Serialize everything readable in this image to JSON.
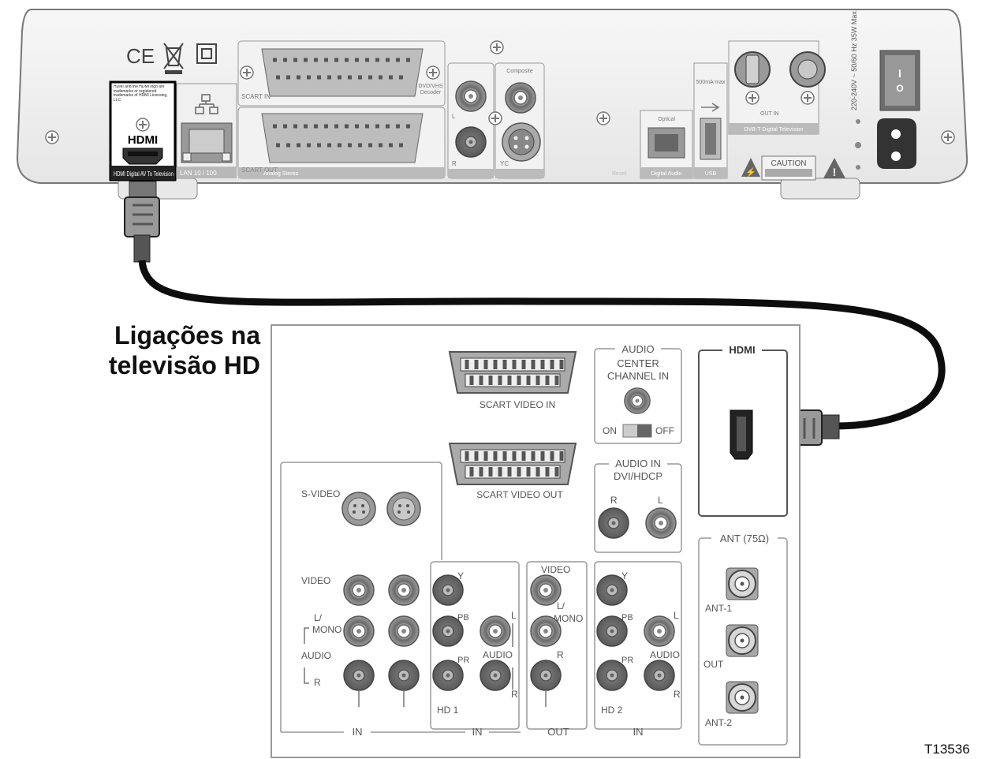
{
  "caption": {
    "line1": "Ligações na",
    "line2": "televisão HD"
  },
  "figure_id": "T13536",
  "stb": {
    "hdmi_logo_note": "HDMI and the HDMI logo are trademarks or registered trademarks of HDMI Licensing, LLC",
    "hdmi_logo": "HDMI",
    "hdmi_port": "HDMI Digital AV To Television",
    "lan": "LAN 10 / 100",
    "scart_in": "SCART IN",
    "dvd_vhs": "DVD/VHS Decoder",
    "scart_out": "SCART OUT",
    "analog_stereo": "Analog Stereo",
    "composite": "Composite",
    "l": "L",
    "r": "R",
    "yc": "YC",
    "optical": "Optical",
    "digital_audio": "Digital Audio",
    "usb_current": "500mA max",
    "usb": "USB",
    "out_in": "OUT IN",
    "dvbt": "DVB-T Digital Television",
    "power_rating": "220-240V ~ 50/60 Hz 35W Max.",
    "reset": "Reset",
    "caution": "CAUTION",
    "switch_on": "I",
    "switch_off": "O"
  },
  "tv": {
    "scart_video_in": "SCART VIDEO IN",
    "scart_video_out": "SCART VIDEO OUT",
    "audio_center_1": "AUDIO",
    "audio_center_2": "CENTER",
    "audio_center_3": "CHANNEL IN",
    "on": "ON",
    "off": "OFF",
    "audio_in_1": "AUDIO IN",
    "audio_in_2": "DVI/HDCP",
    "r": "R",
    "l": "L",
    "hdmi": "HDMI",
    "ant": "ANT (75Ω)",
    "ant1": "ANT-1",
    "out": "OUT",
    "ant2": "ANT-2",
    "svideo": "S-VIDEO",
    "video": "VIDEO",
    "l_mono_1": "L/",
    "l_mono_2": "MONO",
    "audio": "AUDIO",
    "y": "Y",
    "pb": "PB",
    "pr": "PR",
    "hd1": "HD 1",
    "hd2": "HD 2",
    "in": "IN",
    "out_label": "OUT"
  }
}
